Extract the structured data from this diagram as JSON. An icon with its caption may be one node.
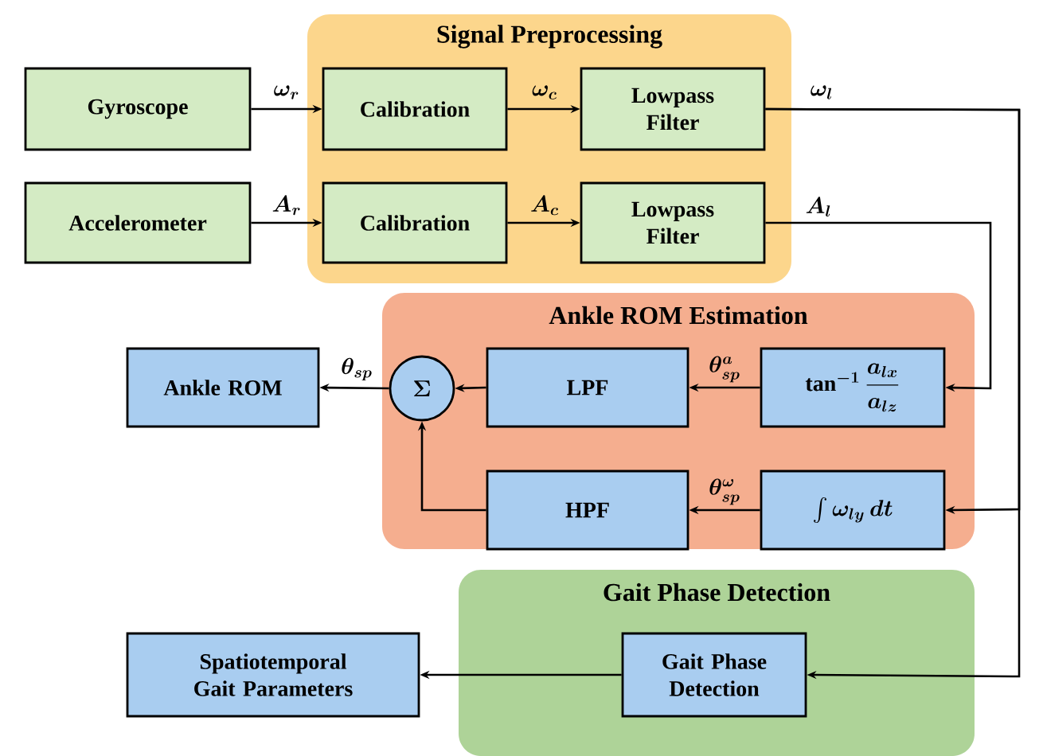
{
  "diagram": {
    "nodes": [
      {
        "text": [
          "Signal Preprocessing"
        ]
      },
      {
        "text": [
          "Gyroscope"
        ]
      },
      {
        "text": [
          "Calibration"
        ],
        "in": 0
      },
      {
        "text": [
          "Lowpass Filter"
        ],
        "in": 0
      },
      {
        "text": [
          "Accelerometer"
        ]
      },
      {
        "text": [
          "Calibration"
        ],
        "in": 0
      },
      {
        "text": [
          "Lowpass Filter"
        ],
        "in": 0
      },
      {
        "text": [
          "Ankle ROM Estimation"
        ]
      },
      {
        "text": [
          "Ankle ROM"
        ]
      },
      {
        "text": [
          "\\Sigma"
        ],
        "in": 7
      },
      {
        "text": [
          "LPF"
        ],
        "in": 7
      },
      {
        "text": [
          "\\tan^{-1}\\dfrac{a_{lx}}{a_{lz}}"
        ],
        "in": 7
      },
      {
        "text": [
          "HPF"
        ],
        "in": 7
      },
      {
        "text": [
          "\\int \\omega_{ly}\\, dt"
        ],
        "in": 7
      },
      {
        "text": [
          "Gait Phase Detection"
        ]
      },
      {
        "text": [
          "Spatiotemporal Gait Parameters"
        ]
      },
      {
        "text": [
          "Gait Phase Detection"
        ],
        "in": 14
      }
    ],
    "edges": [
      {
        "from": 1,
        "to": 2,
        "arrow": "to",
        "label": "\\omega_r"
      },
      {
        "from": 2,
        "to": 3,
        "arrow": "to",
        "label": "\\omega_c"
      },
      {
        "from": 4,
        "to": 5,
        "arrow": "to",
        "label": "A_r"
      },
      {
        "from": 5,
        "to": 6,
        "arrow": "to",
        "label": "A_c"
      },
      {
        "from": 3,
        "to": 13,
        "arrow": "to",
        "label": "\\omega_l"
      },
      {
        "from": 3,
        "to": 16,
        "arrow": "to"
      },
      {
        "from": 6,
        "to": 11,
        "arrow": "to",
        "label": "A_l"
      },
      {
        "from": 11,
        "to": 10,
        "arrow": "to",
        "label": "\\theta_{sp}^{a}"
      },
      {
        "from": 10,
        "to": 9,
        "arrow": "to"
      },
      {
        "from": 13,
        "to": 12,
        "arrow": "to",
        "label": "\\theta_{sp}^{\\omega}"
      },
      {
        "from": 12,
        "to": 9,
        "arrow": "to"
      },
      {
        "from": 9,
        "to": 8,
        "arrow": "to",
        "label": "\\theta_{sp}"
      },
      {
        "from": 16,
        "to": 15,
        "arrow": "to"
      }
    ]
  }
}
